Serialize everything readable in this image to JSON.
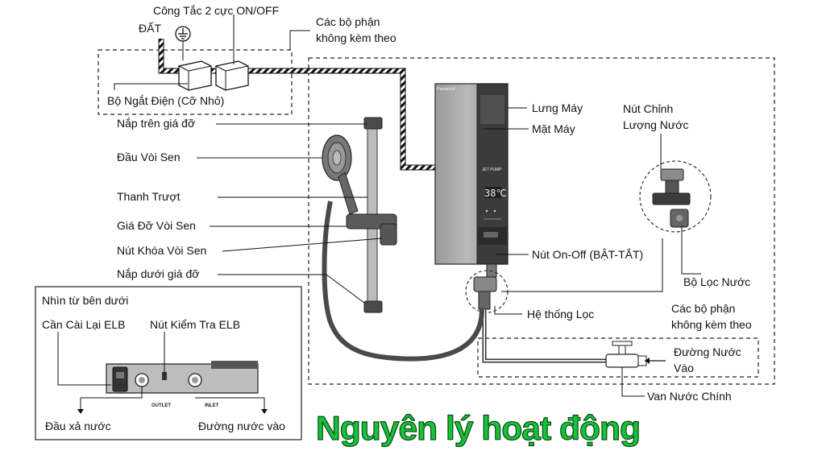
{
  "labels": {
    "switch": "Công Tắc 2 cực ON/OFF",
    "ground": "ĐẤT",
    "not_included_top_1": "Các bộ phận",
    "not_included_top_2": "không kèm theo",
    "breaker": "Bộ Ngắt Điện (Cỡ Nhỏ)",
    "top_cap": "Nắp trên giá đỡ",
    "shower_head": "Đầu Vòi Sen",
    "slide_bar": "Thanh Trượt",
    "shower_holder": "Giá Đỡ Vòi Sen",
    "shower_lock": "Nút Khóa Vòi Sen",
    "bottom_cap": "Nắp dưới giá đỡ",
    "back_panel": "Lưng Máy",
    "front_panel": "Mặt Máy",
    "flow_knob_1": "Nút Chỉnh",
    "flow_knob_2": "Lượng Nước",
    "on_off": "Nút On-Off (BẬT-TẮT)",
    "water_filter": "Bộ Lọc Nước",
    "filter_system": "Hệ thống Lọc",
    "not_included_bottom_1": "Các bộ phận",
    "not_included_bottom_2": "không kèm theo",
    "water_in_1": "Đường Nước",
    "water_in_2": "Vào",
    "main_valve": "Van Nước Chính"
  },
  "inset": {
    "title": "Nhìn từ bên dưới",
    "elb_reset": "Cần Cài Lại ELB",
    "elb_test": "Nút Kiểm Tra ELB",
    "outlet_label": "Đầu xả nước",
    "inlet_label": "Đường nước vào",
    "outlet_mark": "OUTLET",
    "inlet_mark": "INLET"
  },
  "device": {
    "brand": "Panasonic",
    "jet_pump": "JET PUMP",
    "temp_display": "38℃"
  },
  "banner": "Nguyên lý hoạt động"
}
